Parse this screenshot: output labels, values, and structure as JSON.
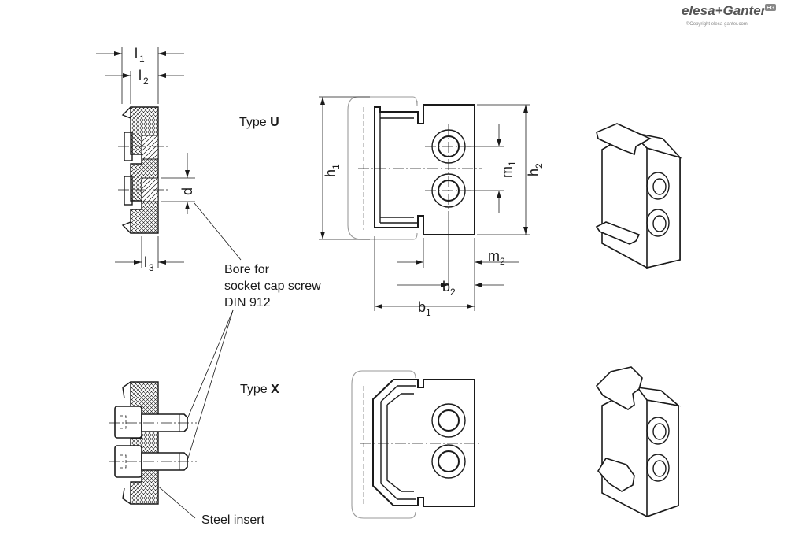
{
  "logo": {
    "brand": "elesa+Ganter",
    "copyright": "©Copyright elesa-ganter.com",
    "mark": "EG"
  },
  "types": {
    "u_label": "Type ",
    "u_code": "U",
    "x_label": "Type ",
    "x_code": "X"
  },
  "dimensions": {
    "l1": "l",
    "l1_sub": "1",
    "l2": "l",
    "l2_sub": "2",
    "l3": "l",
    "l3_sub": "3",
    "d": "d",
    "h1": "h",
    "h1_sub": "1",
    "h2": "h",
    "h2_sub": "2",
    "m1": "m",
    "m1_sub": "1",
    "m2": "m",
    "m2_sub": "2",
    "b1": "b",
    "b1_sub": "1",
    "b2": "b",
    "b2_sub": "2"
  },
  "callouts": {
    "bore_line1": "Bore for",
    "bore_line2": "socket cap screw",
    "bore_line3": "DIN 912",
    "steel_insert": "Steel insert"
  },
  "colors": {
    "line": "#1a1a1a",
    "ghost_outline": "#9a9a9a",
    "logo_gray": "#555555"
  }
}
